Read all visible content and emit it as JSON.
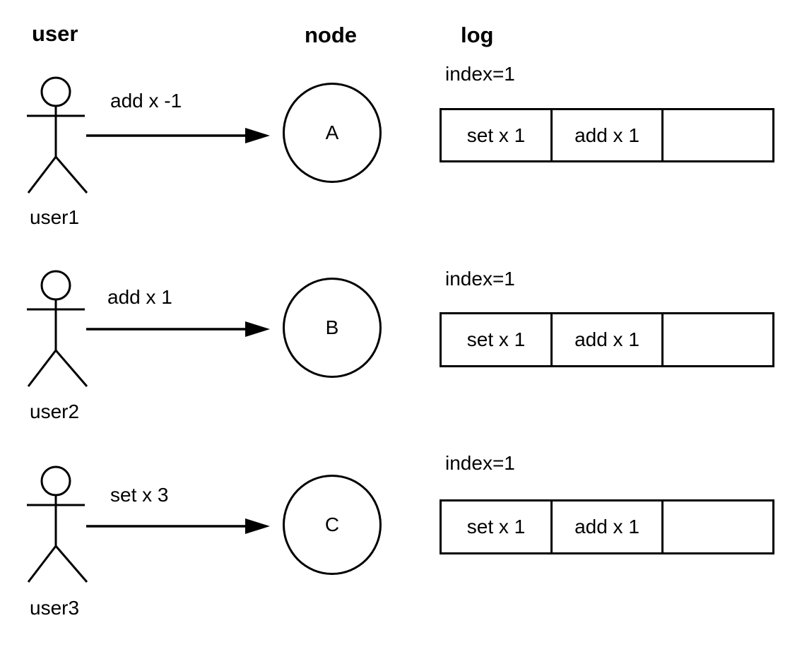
{
  "headers": {
    "user": "user",
    "node": "node",
    "log": "log"
  },
  "rows": [
    {
      "user_label": "user1",
      "command": "add x -1",
      "node_label": "A",
      "log": {
        "index_label": "index=1",
        "cells": [
          "set x 1",
          "add x 1",
          ""
        ]
      }
    },
    {
      "user_label": "user2",
      "command": "add x 1",
      "node_label": "B",
      "log": {
        "index_label": "index=1",
        "cells": [
          "set x 1",
          "add x 1",
          ""
        ]
      }
    },
    {
      "user_label": "user3",
      "command": "set x 3",
      "node_label": "C",
      "log": {
        "index_label": "index=1",
        "cells": [
          "set x 1",
          "add x 1",
          ""
        ]
      }
    }
  ],
  "colors": {
    "stroke": "#000000",
    "text": "#000000",
    "background": "#ffffff"
  }
}
